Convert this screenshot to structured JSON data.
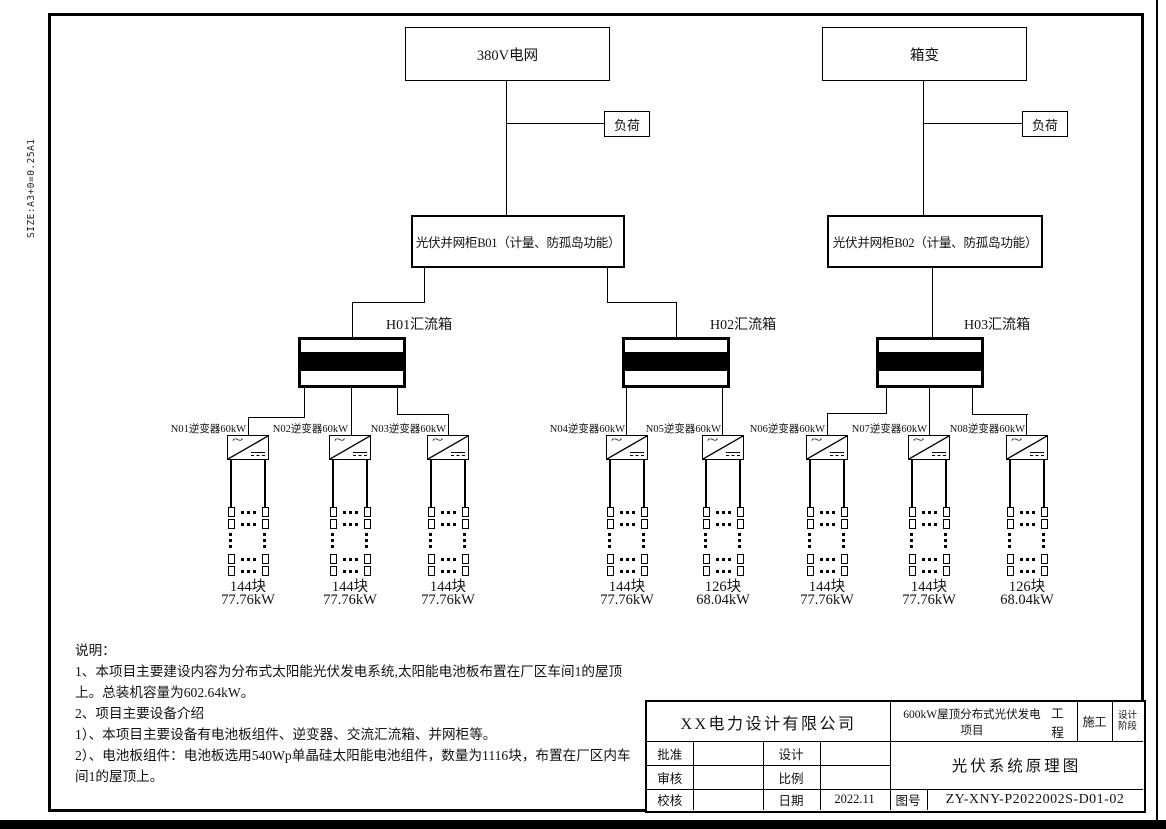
{
  "sheet": {
    "size_label": "SIZE:A3+0=0.25A1"
  },
  "diagram": {
    "grid_label": "380V电网",
    "transformer_label": "箱变",
    "load_label": "负荷",
    "cabinet1_label": "光伏并网柜B01（计量、防孤岛功能）",
    "cabinet2_label": "光伏并网柜B02（计量、防孤岛功能）",
    "combiner1_label": "H01汇流箱",
    "combiner2_label": "H02汇流箱",
    "combiner3_label": "H03汇流箱",
    "inverters": [
      {
        "label": "N01逆变器60kW",
        "modules": "144块",
        "power": "77.76kW"
      },
      {
        "label": "N02逆变器60kW",
        "modules": "144块",
        "power": "77.76kW"
      },
      {
        "label": "N03逆变器60kW",
        "modules": "144块",
        "power": "77.76kW"
      },
      {
        "label": "N04逆变器60kW",
        "modules": "144块",
        "power": "77.76kW"
      },
      {
        "label": "N05逆变器60kW",
        "modules": "126块",
        "power": "68.04kW"
      },
      {
        "label": "N06逆变器60kW",
        "modules": "144块",
        "power": "77.76kW"
      },
      {
        "label": "N07逆变器60kW",
        "modules": "144块",
        "power": "77.76kW"
      },
      {
        "label": "N08逆变器60kW",
        "modules": "126块",
        "power": "68.04kW"
      }
    ]
  },
  "notes": {
    "lines": [
      "说明：",
      "1、本项目主要建设内容为分布式太阳能光伏发电系统,太阳能电池板布置在厂区车间1的屋顶",
      "上。总装机容量为602.64kW。",
      "2、项目主要设备介绍",
      "1）、本项目主要设备有电池板组件、逆变器、交流汇流箱、并网柜等。",
      "2）、电池板组件：电池板选用540Wp单晶硅太阳能电池组件，数量为1116块，布置在厂区内车",
      "间1的屋顶上。"
    ]
  },
  "titleblock": {
    "company": "XX电力设计有限公司",
    "project": "600kW屋顶分布式光伏发电项目",
    "project_type": "工程",
    "stage": "施工",
    "stage_label_line1": "设计",
    "stage_label_line2": "阶段",
    "drawing_title": "光伏系统原理图",
    "approve_label": "批准",
    "review_label": "审核",
    "check_label": "校核",
    "design_label": "设计",
    "scale_label": "比例",
    "date_label": "日期",
    "date_value": "2022.11",
    "drawing_no_label": "图号",
    "drawing_no": "ZY-XNY-P2022002S-D01-02"
  }
}
